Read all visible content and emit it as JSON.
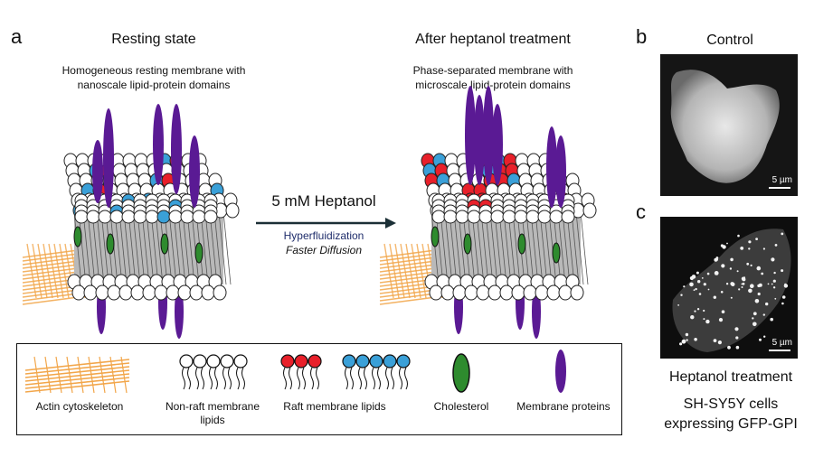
{
  "panel_a": {
    "letter": "a",
    "left_title": "Resting state",
    "left_subtitle_line1": "Homogeneous resting membrane with",
    "left_subtitle_line2": "nanoscale lipid-protein domains",
    "right_title": "After heptanol treatment",
    "right_subtitle_line1": "Phase-separated membrane with",
    "right_subtitle_line2": "microscale lipid-protein domains",
    "arrow_main": "5 mM Heptanol",
    "arrow_sub1": "Hyperfluidization",
    "arrow_sub2": "Faster Diffusion"
  },
  "legend": {
    "actin": "Actin cytoskeleton",
    "nonraft_line1": "Non-raft membrane",
    "nonraft_line2": "lipids",
    "raft": "Raft membrane lipids",
    "cholesterol": "Cholesterol",
    "proteins": "Membrane proteins"
  },
  "panel_b": {
    "letter": "b",
    "title": "Control",
    "scale": "5 µm"
  },
  "panel_c": {
    "letter": "c",
    "scale": "5 µm"
  },
  "captions": {
    "treatment": "Heptanol treatment",
    "cells_line1": "SH-SY5Y cells",
    "cells_line2": "expressing GFP-GPI"
  },
  "colors": {
    "raft_red": "#e8202a",
    "raft_blue": "#3aa0d8",
    "protein_purple": "#5a1a94",
    "cholesterol_green": "#2e8b2e",
    "actin_orange": "#f2a64a",
    "hyperfluid_text": "#1f2d6b"
  }
}
